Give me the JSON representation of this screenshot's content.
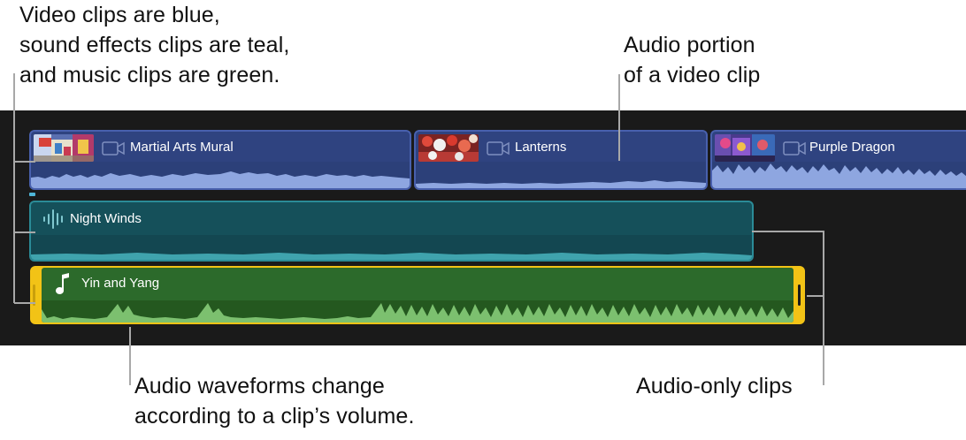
{
  "callouts": {
    "clip_colors": [
      "Video clips are blue,",
      "sound effects clips are teal,",
      "and music clips are green."
    ],
    "audio_portion": [
      "Audio portion",
      "of a video clip"
    ],
    "waveforms": [
      "Audio waveforms change",
      "according to a clip’s volume."
    ],
    "audio_only": "Audio-only clips"
  },
  "timeline": {
    "video_clips": [
      {
        "title": "Martial Arts Mural",
        "icon": "video-camera-icon"
      },
      {
        "title": "Lanterns",
        "icon": "video-camera-icon"
      },
      {
        "title": "Purple Dragon",
        "icon": "video-camera-icon"
      }
    ],
    "sfx_clip": {
      "title": "Night Winds",
      "icon": "waveform-icon"
    },
    "music_clip": {
      "title": "Yin and Yang",
      "icon": "music-note-icon"
    }
  },
  "colors": {
    "video_clip": "#2f4380",
    "sfx_clip": "#15505a",
    "music_clip": "#2c6a2b",
    "selection": "#f2c316",
    "timeline_bg": "#1a1a1a"
  }
}
